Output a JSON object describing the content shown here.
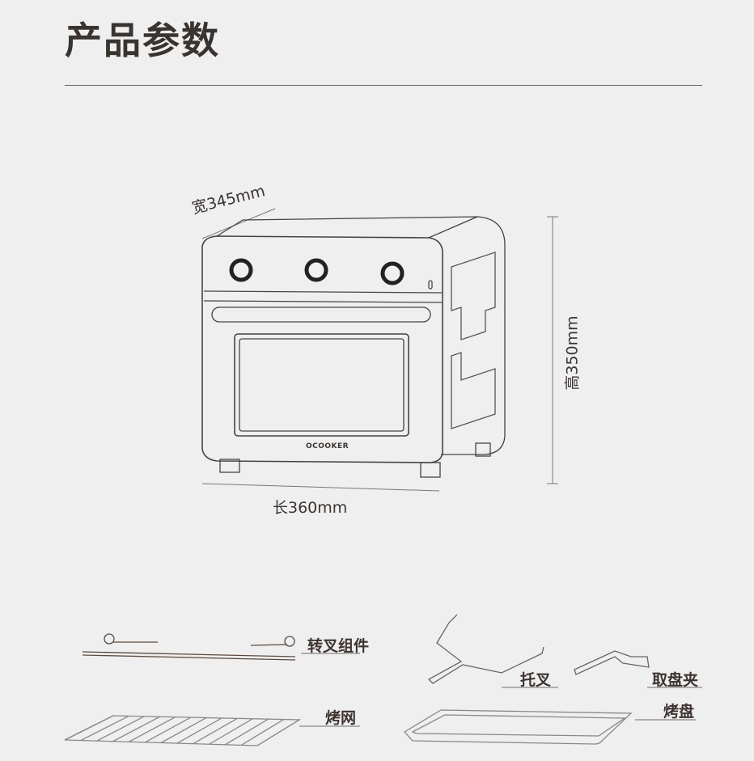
{
  "title": "产品参数",
  "dimensions": {
    "width": "宽345mm",
    "height": "高350mm",
    "length": "长360mm"
  },
  "oven": {
    "brand": "OCOOKER"
  },
  "accessories": [
    {
      "label": "转叉组件"
    },
    {
      "label": "托叉"
    },
    {
      "label": "取盘夹"
    },
    {
      "label": "烤网"
    },
    {
      "label": "烤盘"
    }
  ],
  "colors": {
    "background": "#efefef",
    "text": "#3a3431",
    "line": "#6a6460"
  }
}
